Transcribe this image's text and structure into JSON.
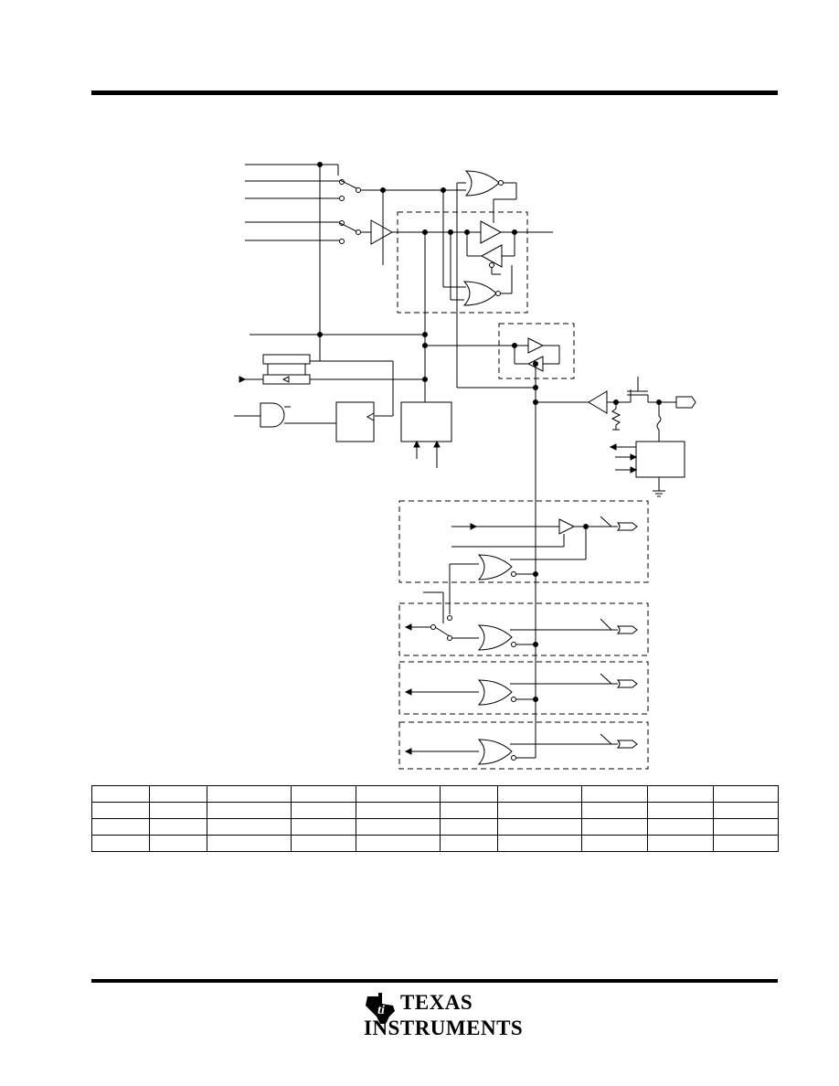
{
  "page": {
    "header_rule_color": "#000000",
    "footer_rule_color": "#000000"
  },
  "diagram": {
    "stroke_color": "#000000",
    "icon": "logic-schematic"
  },
  "table": {
    "rows": [
      [
        "",
        "",
        "",
        "",
        "",
        "",
        "",
        "",
        "",
        ""
      ],
      [
        "",
        "",
        "",
        "",
        "",
        "",
        "",
        "",
        "",
        ""
      ],
      [
        "",
        "",
        "",
        "",
        "",
        "",
        "",
        "",
        "",
        ""
      ],
      [
        "",
        "",
        "",
        "",
        "",
        "",
        "",
        "",
        "",
        ""
      ]
    ]
  },
  "logo": {
    "brand_line1": "TEXAS",
    "brand_line2": "INSTRUMENTS",
    "icon": "texas-state-ti-icon"
  }
}
